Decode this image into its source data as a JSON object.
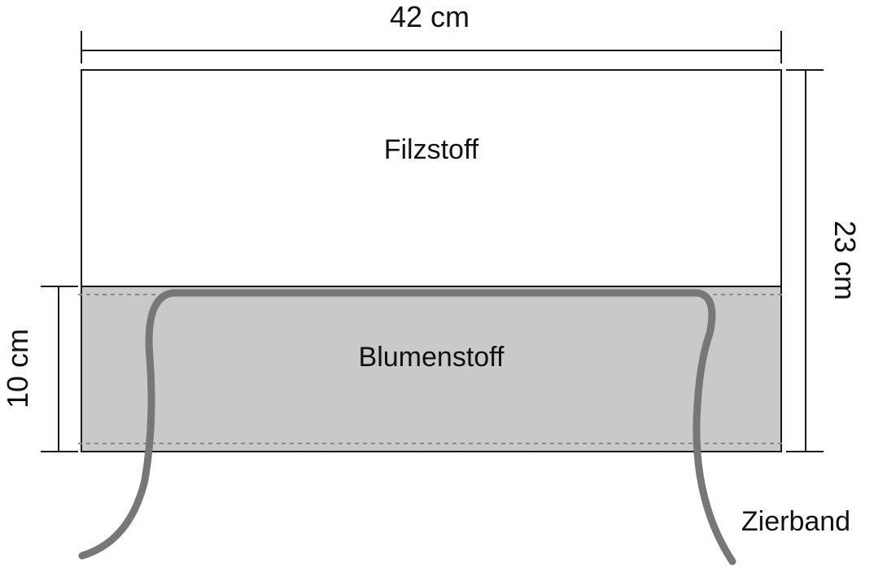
{
  "dimensions": {
    "width_label": "42 cm",
    "height_label": "23 cm",
    "band_height_label": "10 cm"
  },
  "regions": {
    "top_label": "Filzstoff",
    "bottom_label": "Blumenstoff"
  },
  "ribbon": {
    "label": "Zierband"
  },
  "colors": {
    "outline": "#1a1a1a",
    "band_fill": "#c9c9c9",
    "ribbon": "#777777",
    "stitch": "#8a8a8a"
  }
}
